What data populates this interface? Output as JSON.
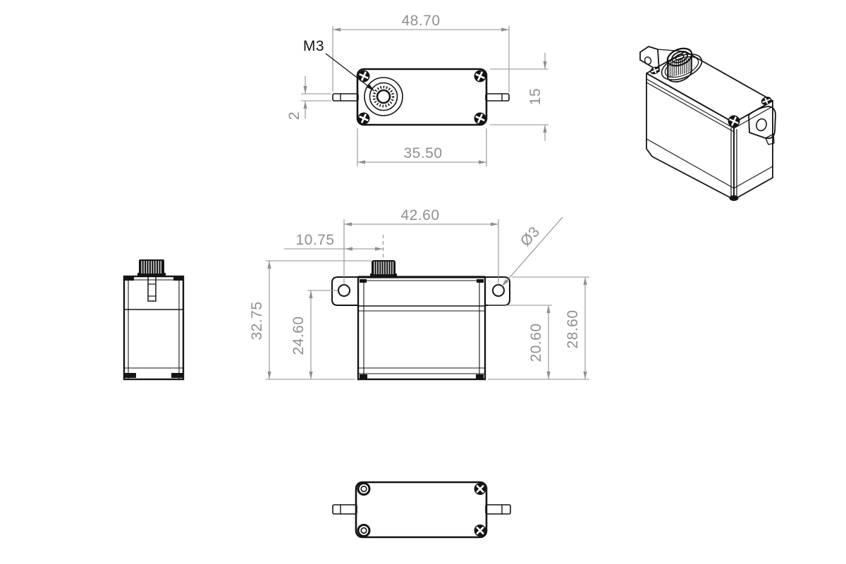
{
  "drawing": {
    "type": "technical-drawing",
    "subject": "servo case with splined output shaft and mounting flanges",
    "colors": {
      "edge": "#141414",
      "dimension": "#8f8f8f",
      "background": "#ffffff"
    },
    "views": {
      "top": {
        "dims": {
          "overall_width": "48.70",
          "body_width": "35.50",
          "tab_thickness": "2",
          "depth": "15"
        },
        "callouts": {
          "thread": "M3"
        }
      },
      "front": {
        "dims": {
          "mount_hole_span": "42.60",
          "shaft_offset": "10.75",
          "overall_height": "32.75",
          "mount_hole_height": "24.60",
          "lower_case_height": "20.60",
          "case_height": "28.60"
        },
        "callouts": {
          "mount_hole_diameter": "Ø3"
        }
      }
    }
  }
}
